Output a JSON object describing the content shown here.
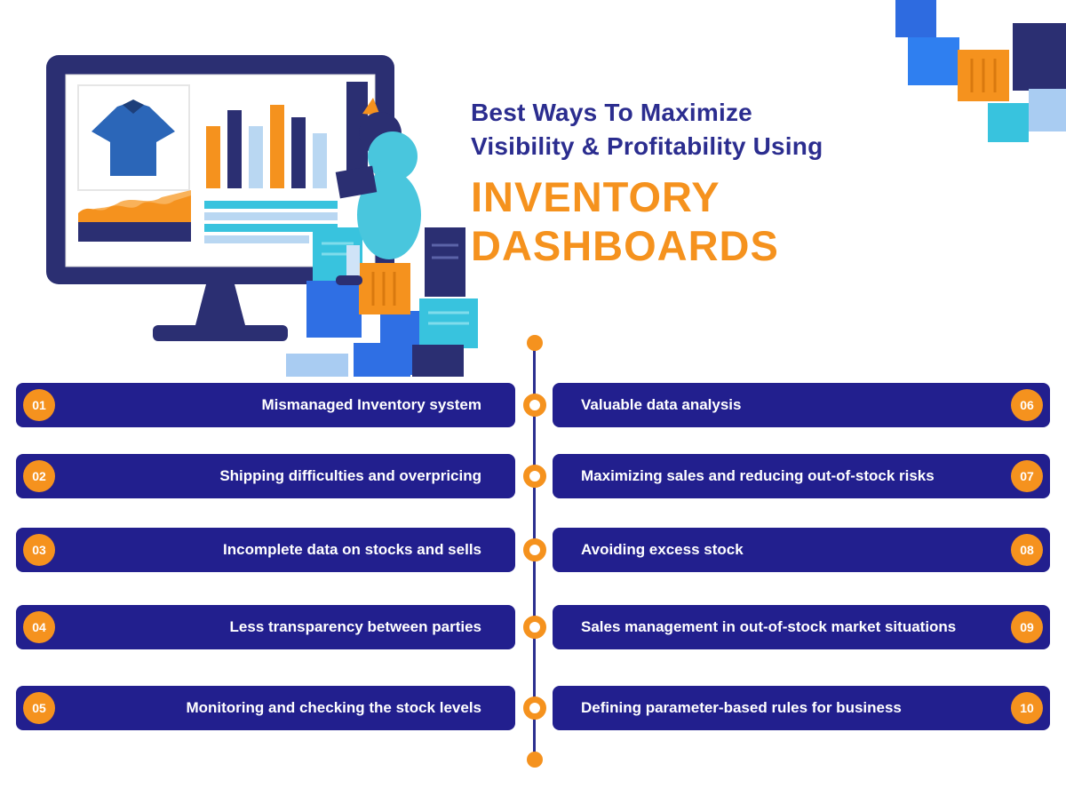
{
  "title": {
    "line1": "Best Ways To Maximize",
    "line2": "Visibility & Profitability Using",
    "line3": "INVENTORY DASHBOARDS"
  },
  "timeline": {
    "left_items": [
      {
        "number": "01",
        "label": "Mismanaged Inventory system"
      },
      {
        "number": "02",
        "label": "Shipping difficulties and overpricing"
      },
      {
        "number": "03",
        "label": "Incomplete data on stocks and sells"
      },
      {
        "number": "04",
        "label": "Less transparency between parties"
      },
      {
        "number": "05",
        "label": "Monitoring and checking the stock levels"
      }
    ],
    "right_items": [
      {
        "number": "06",
        "label": "Valuable data analysis"
      },
      {
        "number": "07",
        "label": "Maximizing sales and reducing out-of-stock risks"
      },
      {
        "number": "08",
        "label": "Avoiding excess stock"
      },
      {
        "number": "09",
        "label": "Sales management in out-of-stock market situations"
      },
      {
        "number": "10",
        "label": "Defining parameter-based rules for business"
      }
    ]
  },
  "icons": {
    "timeline_node": "orange-ring-circle",
    "timeline_endpoint": "orange-filled-circle",
    "hero": "monitor-dashboard-with-person-and-boxes-illustration",
    "corner": "stacked-boxes-illustration"
  },
  "colors": {
    "bar_navy": "#221f8e",
    "accent_orange": "#f5921e",
    "title_blue": "#2b2d8f",
    "illustration_navy": "#2b2f72",
    "teal": "#38c3de",
    "bright_blue": "#2f6fe4",
    "light_blue": "#b9d7f2",
    "background": "#ffffff"
  }
}
